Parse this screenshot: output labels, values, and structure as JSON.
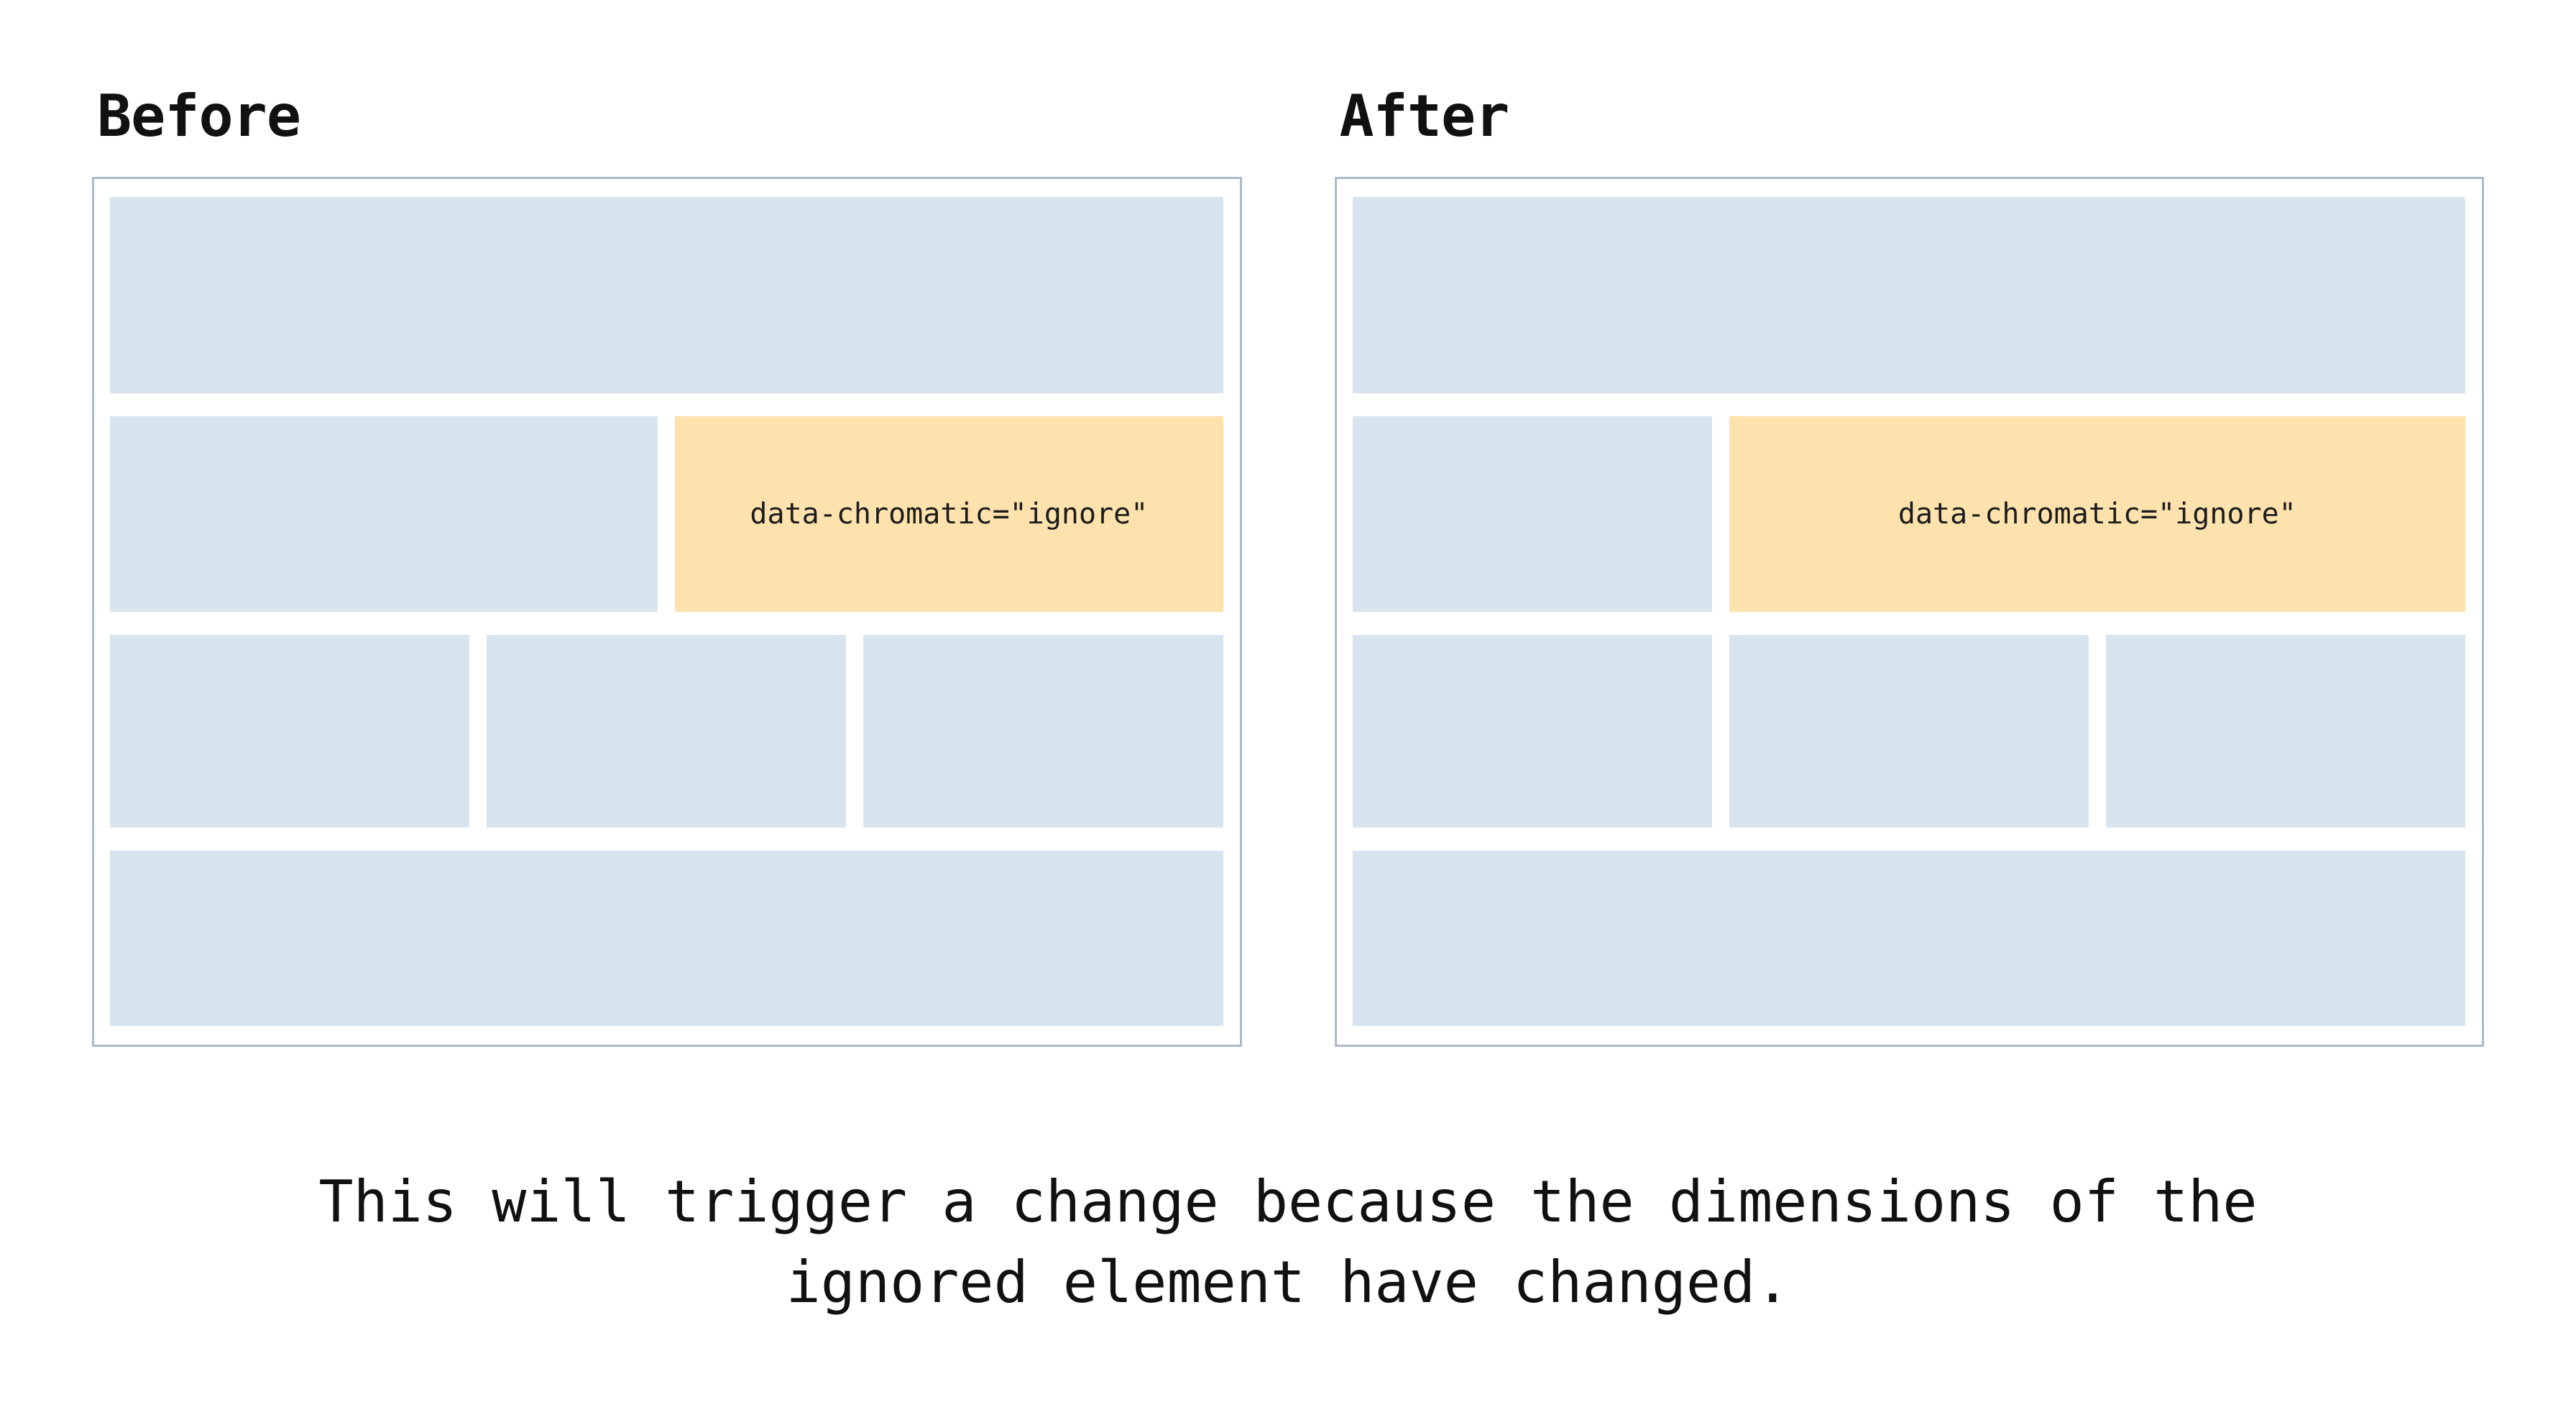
{
  "colors": {
    "block": "#d8e5ee",
    "ignore": "#fde2ad",
    "panel-border": "#a9bcca",
    "text": "#111111"
  },
  "before": {
    "title": "Before",
    "ignore_label": "data-chromatic=\"ignore\""
  },
  "after": {
    "title": "After",
    "ignore_label": "data-chromatic=\"ignore\""
  },
  "caption": {
    "line1": "This will trigger a change because the dimensions of the",
    "line2": "ignored element have changed."
  }
}
